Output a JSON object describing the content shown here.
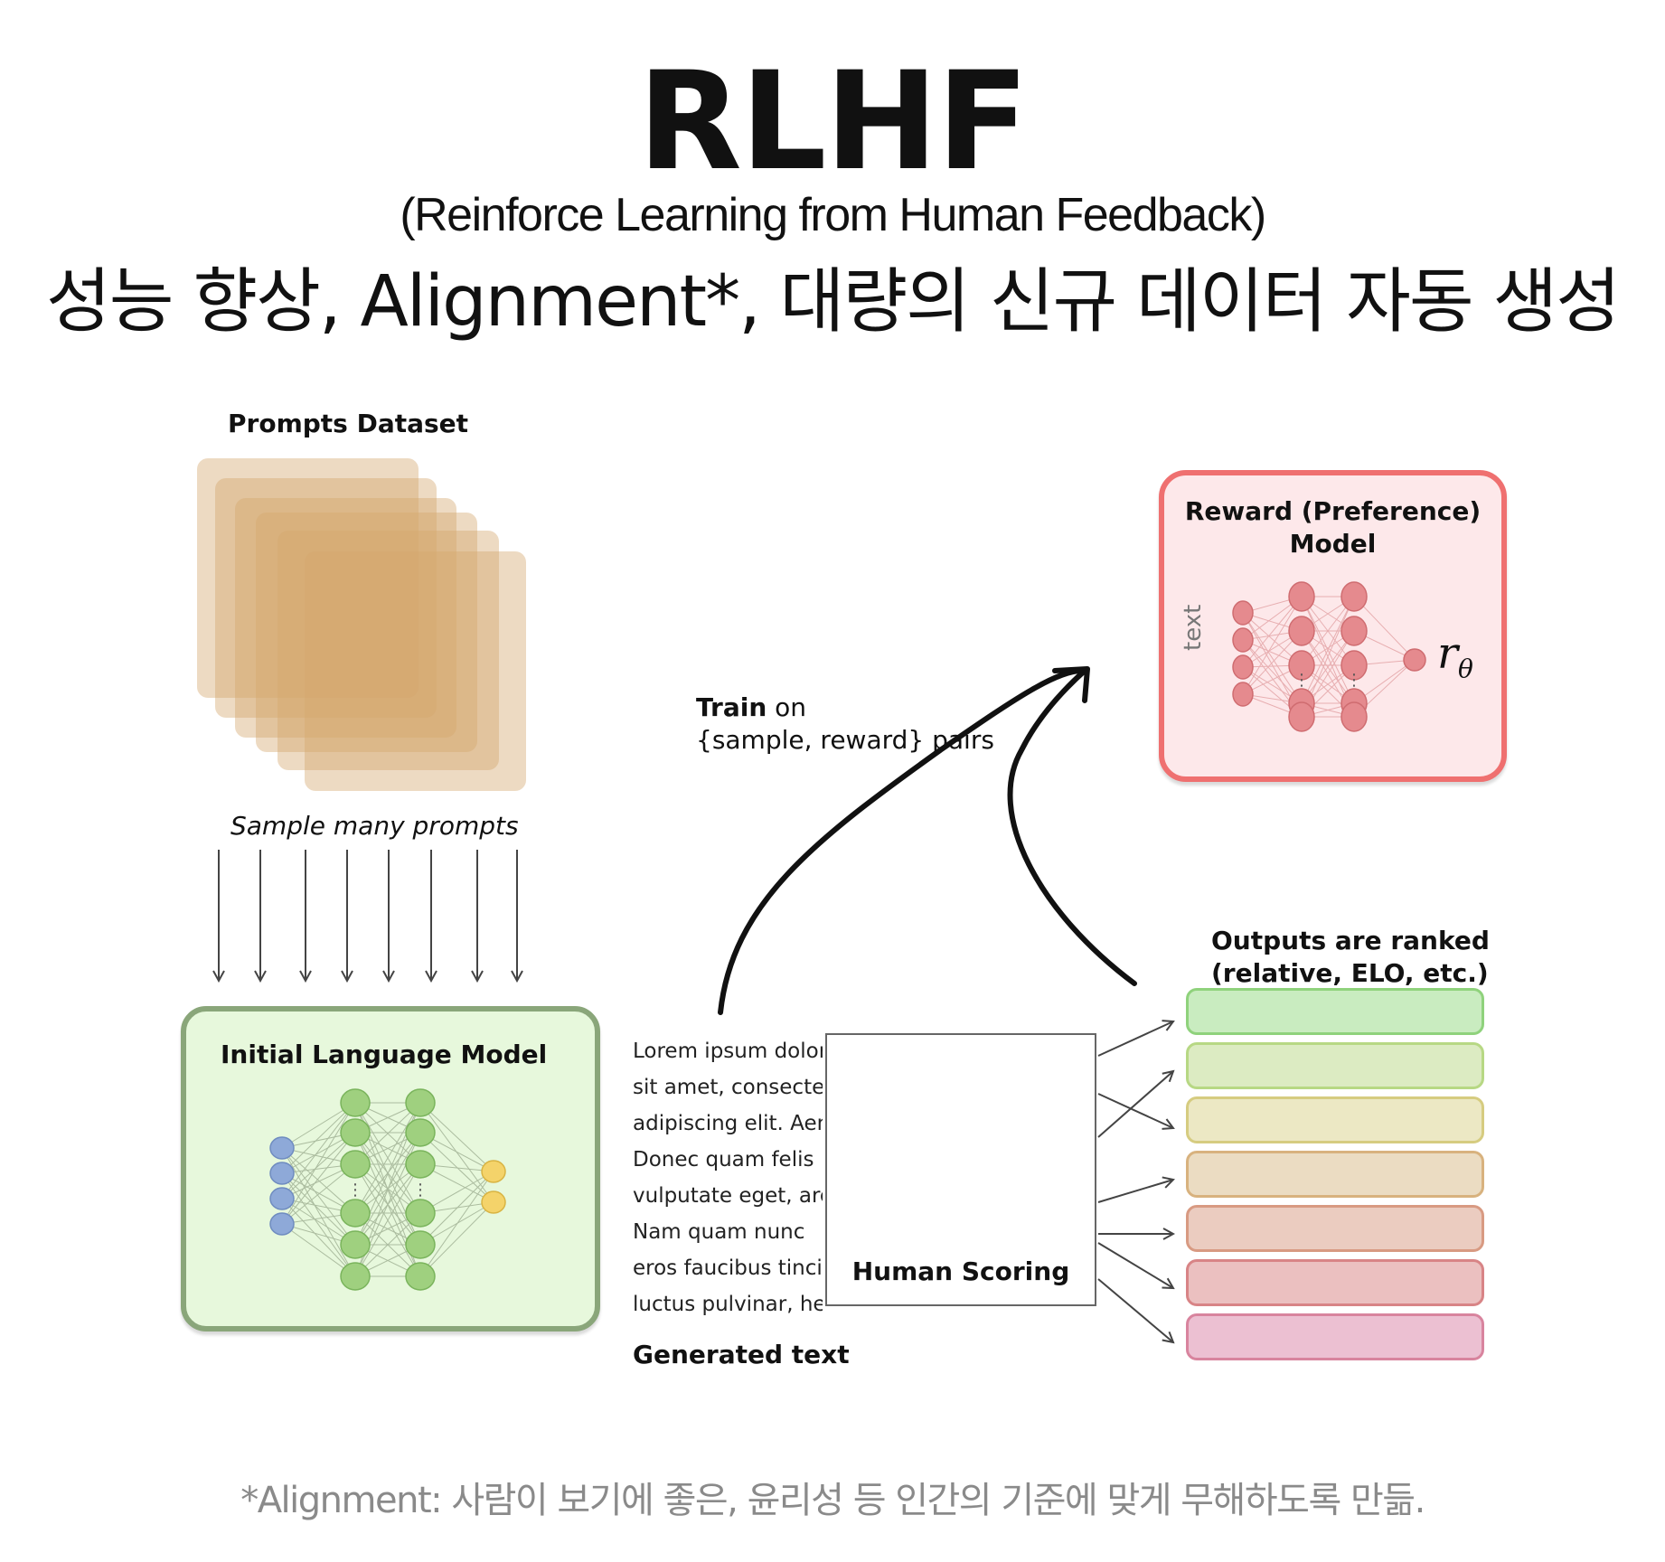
{
  "header": {
    "title": "RLHF",
    "subtitle": "(Reinforce Learning from Human Feedback)",
    "headline": "성능 향상, Alignment*, 대량의 신규 데이터 자동 생성"
  },
  "diagram": {
    "prompts_dataset_label": "Prompts Dataset",
    "sample_label": "Sample many prompts",
    "initial_lm_label": "Initial Language Model",
    "train_on_bold": "Train",
    "train_on_rest": " on",
    "train_pairs": "{sample, reward} pairs",
    "reward_model_line1": "Reward (Preference)",
    "reward_model_line2": "Model",
    "reward_input_label": "text",
    "reward_symbol": "r",
    "reward_symbol_sub": "θ",
    "generated_text_lines": [
      "Lorem ipsum dolor",
      "sit amet, consectet",
      "adipiscing elit. Aen",
      "Donec quam felis",
      "vulputate eget, arc",
      "Nam quam nunc",
      "eros faucibus tincid",
      "luctus pulvinar, her"
    ],
    "generated_text_label": "Generated text",
    "human_scoring_label": "Human Scoring",
    "ranked_label_line1": "Outputs are ranked",
    "ranked_label_line2": "(relative, ELO, etc.)",
    "rank_colors": [
      {
        "fill": "#c9ecc0",
        "border": "#8fd27c"
      },
      {
        "fill": "#dcebc2",
        "border": "#b7d884"
      },
      {
        "fill": "#ece8c4",
        "border": "#d6cc80"
      },
      {
        "fill": "#ebdcc2",
        "border": "#d8b27e"
      },
      {
        "fill": "#ebccc0",
        "border": "#d89a82"
      },
      {
        "fill": "#ebc0c0",
        "border": "#d88486"
      },
      {
        "fill": "#ecc0d2",
        "border": "#d8849e"
      }
    ]
  },
  "footnote": "*Alignment: 사람이 보기에 좋은, 윤리성 등 인간의 기준에 맞게 무해하도록 만듦."
}
